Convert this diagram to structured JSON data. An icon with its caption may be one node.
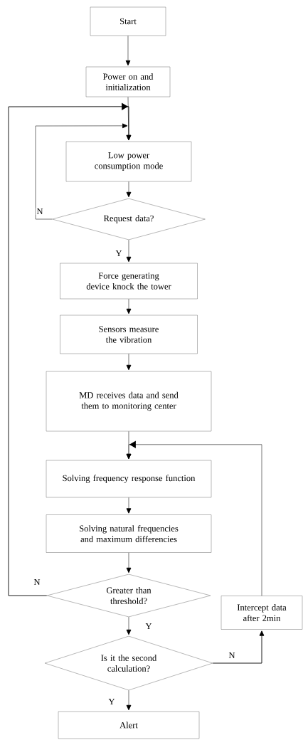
{
  "diagram": {
    "nodes": [
      {
        "text": [
          "Start"
        ]
      },
      {
        "text": [
          "Power on and initialization"
        ]
      },
      {
        "text": [
          "Low power consumption mode"
        ]
      },
      {
        "text": [
          "Request data?"
        ]
      },
      {
        "text": [
          "Force generating device knock the tower"
        ]
      },
      {
        "text": [
          "Sensors measure the vibration"
        ]
      },
      {
        "text": [
          "MD receives data and send them to monitoring center"
        ]
      },
      {
        "text": [
          "Solving frequency response function"
        ]
      },
      {
        "text": [
          "Solving natural frequencies and maximum differencies"
        ]
      },
      {
        "text": [
          "Greater than threshold?"
        ]
      },
      {
        "text": [
          "Intercept data after 2min"
        ]
      },
      {
        "text": [
          "Is it the second calculation?"
        ]
      },
      {
        "text": [
          "Alert"
        ]
      }
    ],
    "edges": [
      {
        "from": 0,
        "to": 1,
        "arrow": "to"
      },
      {
        "from": 1,
        "to": 2,
        "arrow": "to"
      },
      {
        "from": 2,
        "to": 3,
        "arrow": "to"
      },
      {
        "from": 3,
        "to": 2,
        "arrow": "to",
        "label": "N"
      },
      {
        "from": 3,
        "to": 4,
        "arrow": "to",
        "label": "Y"
      },
      {
        "from": 4,
        "to": 5,
        "arrow": "to"
      },
      {
        "from": 5,
        "to": 6,
        "arrow": "to"
      },
      {
        "from": 6,
        "to": 7,
        "arrow": "to"
      },
      {
        "from": 7,
        "to": 8,
        "arrow": "to"
      },
      {
        "from": 8,
        "to": 9,
        "arrow": "to"
      },
      {
        "from": 9,
        "to": 2,
        "arrow": "to",
        "label": "N",
        "color": "#000000"
      },
      {
        "from": 9,
        "to": 11,
        "arrow": "to",
        "label": "Y"
      },
      {
        "from": 11,
        "to": 10,
        "arrow": "to",
        "label": "N",
        "color": "#000000"
      },
      {
        "from": 10,
        "to": 7,
        "arrow": "to"
      },
      {
        "from": 11,
        "to": 12,
        "arrow": "to",
        "label": "Y"
      }
    ]
  }
}
